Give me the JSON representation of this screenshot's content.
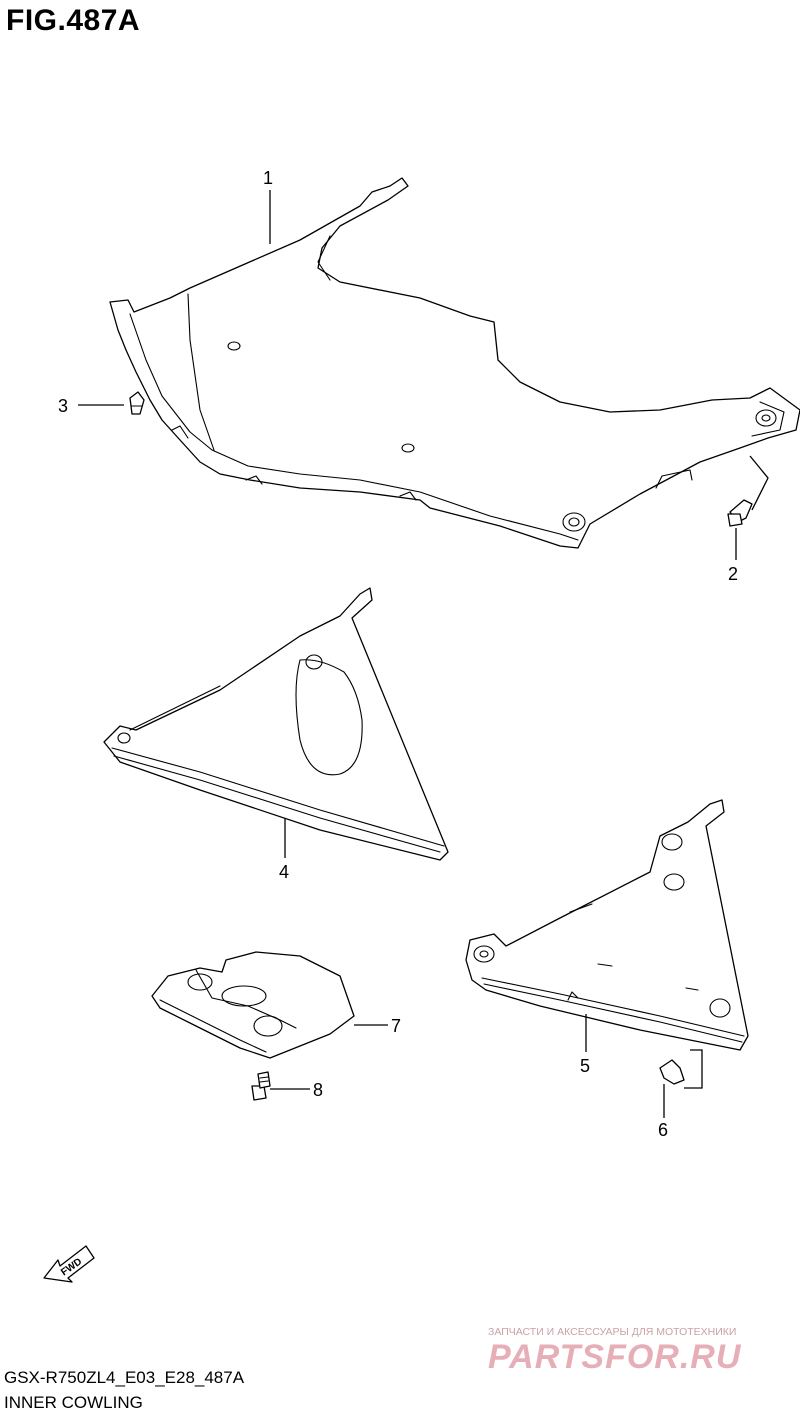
{
  "figure": {
    "title": "FIG.487A"
  },
  "callouts": {
    "p1": "1",
    "p2": "2",
    "p3": "3",
    "p4": "4",
    "p5": "5",
    "p6": "6",
    "p7": "7",
    "p8": "8"
  },
  "direction_arrow": {
    "label": "FWD"
  },
  "footer": {
    "model_code": "GSX-R750ZL4_E03_E28_487A",
    "section_name": "INNER COWLING"
  },
  "watermark": {
    "subtitle": "ЗАПЧАСТИ И АКСЕССУАРЫ ДЛЯ МОТОТЕХНИКИ",
    "logo_text": "PARTSFOR.RU"
  }
}
